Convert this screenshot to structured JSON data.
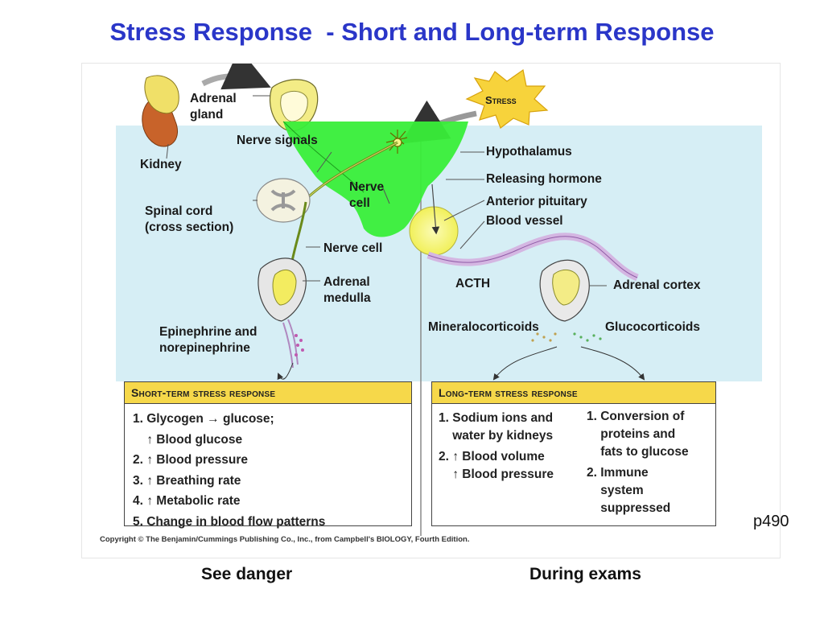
{
  "slide_title": "Stress Response  - Short and Long-term Response",
  "diagram": {
    "stress_label": "Stress",
    "labels": {
      "adrenal_gland": [
        "Adrenal",
        "gland"
      ],
      "kidney": "Kidney",
      "nerve_signals": "Nerve signals",
      "nerve_cell_top": [
        "Nerve",
        "cell"
      ],
      "spinal_cord": [
        "Spinal cord",
        "(cross section)"
      ],
      "nerve_cell_mid": "Nerve cell",
      "adrenal_medulla": [
        "Adrenal",
        "medulla"
      ],
      "epinephrine": [
        "Epinephrine and",
        "norepinephrine"
      ],
      "hypothalamus": "Hypothalamus",
      "releasing_hormone": "Releasing hormone",
      "anterior_pituitary": "Anterior pituitary",
      "blood_vessel": "Blood vessel",
      "acth": "ACTH",
      "adrenal_cortex": "Adrenal cortex",
      "mineralocorticoids": "Mineralocorticoids",
      "glucocorticoids": "Glucocorticoids"
    },
    "short_term": {
      "heading": "Short-term stress response",
      "items": [
        "1. Glycogen → glucose;",
        "    ↑ Blood glucose",
        "2. ↑ Blood pressure",
        "3. ↑ Breathing rate",
        "4. ↑ Metabolic rate",
        "5. Change in blood flow patterns"
      ]
    },
    "long_term": {
      "heading": "Long-term stress response",
      "left_items": [
        "1. Sodium ions and",
        "    water by kidneys",
        "2. ↑ Blood volume",
        "    ↑ Blood pressure"
      ],
      "right_items": [
        "1. Conversion of",
        "    proteins and",
        "    fats to glucose",
        "2. Immune",
        "    system",
        "    suppressed"
      ]
    },
    "copyright": "Copyright © The Benjamin/Cummings Publishing Co., Inc., from Campbell's BIOLOGY, Fourth Edition."
  },
  "page_ref": "p490",
  "captions": {
    "left": "See danger",
    "right": "During exams"
  },
  "colors": {
    "title": "#2a36c8",
    "panel": "#d6eef5",
    "brain_green": "#39ee39",
    "box_header": "#f6d84a",
    "stress_burst": "#f7d33b"
  }
}
